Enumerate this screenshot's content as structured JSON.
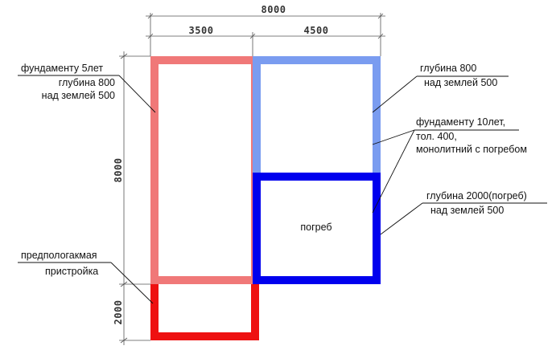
{
  "colors": {
    "wall_5yr_house": "#f07878",
    "wall_10yr_upper": "#7a9cf0",
    "wall_10yr_cellar": "#0000ee",
    "wall_extension": "#ee1111",
    "dimension_lines": "#555555",
    "text": "#111111"
  },
  "dimensions": {
    "total_width": "8000",
    "left_width": "3500",
    "right_width": "4500",
    "main_height": "8000",
    "extension_height": "2000"
  },
  "labels": {
    "cellar": "погреб",
    "note_foundation_5yr": [
      "фундаменту 5лет",
      "глубина 800",
      "над землей 500"
    ],
    "note_right_upper": [
      "глубина 800",
      "над землей 500"
    ],
    "note_foundation_10yr": [
      "фундаменту 10лет,",
      "тол. 400,",
      "монолитний с погребом"
    ],
    "note_cellar_depth": [
      "глубина 2000(погреб)",
      "над землей 500"
    ],
    "note_extension": [
      "предпологакмая",
      "пристройка"
    ]
  }
}
